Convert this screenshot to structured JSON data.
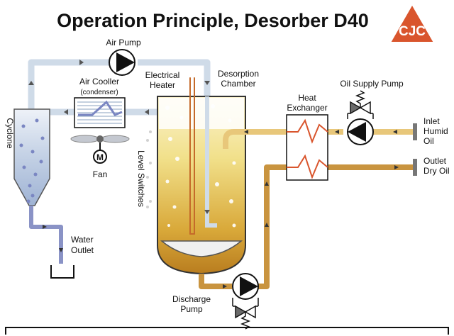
{
  "title": "Operation Principle, Desorber D40",
  "logo": {
    "text": "CJC",
    "color": "#d9552d"
  },
  "labels": {
    "air_pump": "Air Pump",
    "air_cooler_line1": "Air Cooller",
    "air_cooler_line2": "(condenser)",
    "electrical_heater_line1": "Electrical",
    "electrical_heater_line2": "Heater",
    "desorption_chamber_line1": "Desorption",
    "desorption_chamber_line2": "Chamber",
    "oil_supply_pump": "Oil Supply Pump",
    "heat_exchanger_line1": "Heat",
    "heat_exchanger_line2": "Exchanger",
    "inlet_line1": "Inlet",
    "inlet_line2": "Humid",
    "inlet_line3": "Oil",
    "outlet_line1": "Outlet",
    "outlet_line2": "Dry Oil",
    "cyclone": "Cyclone",
    "fan": "Fan",
    "fan_motor": "M",
    "level_switches": "Level Switches",
    "water_outlet_line1": "Water",
    "water_outlet_line2": "Outlet",
    "discharge_pump_line1": "Discharge",
    "discharge_pump_line2": "Pump"
  },
  "colors": {
    "air_pipe": "#cfdbe8",
    "water": "#8a93c6",
    "humid_oil": "#e8c77a",
    "dry_oil": "#c9943f",
    "oil_dark": "#b88a2a",
    "accent": "#d9552d"
  }
}
